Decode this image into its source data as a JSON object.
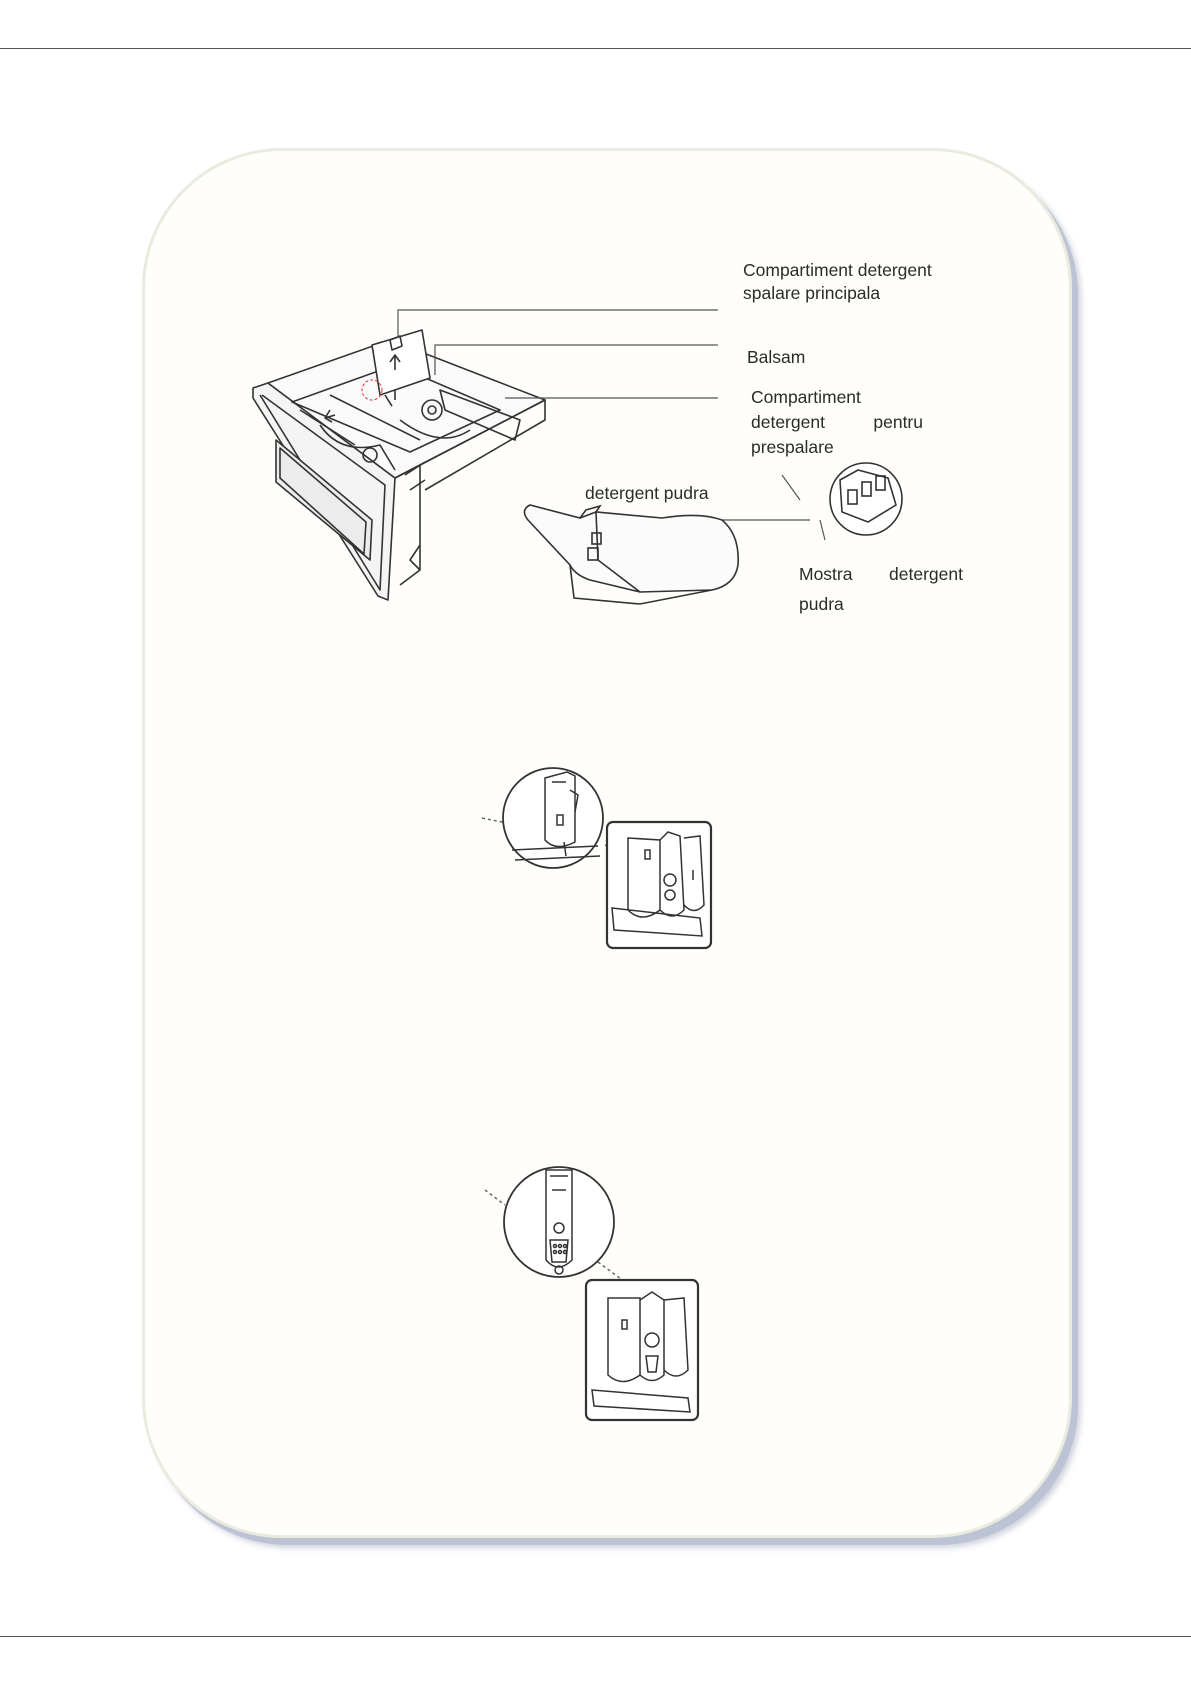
{
  "labels": {
    "main_wash": {
      "line1": "Compartiment detergent",
      "line2": "spalare principala"
    },
    "softener": "Balsam",
    "prewash": {
      "line1": "Compartiment",
      "line2a": "detergent",
      "line2b": "pentru",
      "line3": "prespalare"
    },
    "powder": "detergent pudra",
    "sample": {
      "line1a": "Mostra",
      "line1b": "detergent",
      "line2": "pudra"
    }
  },
  "colors": {
    "rule": "#555555",
    "panel_border": "#e9ebdf",
    "panel_shadow": "#bcc3d4",
    "line_art": "#333333"
  }
}
